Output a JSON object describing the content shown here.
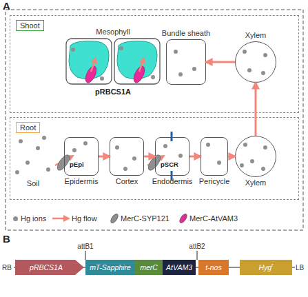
{
  "diagram": {
    "nodes": [
      {
        "text": [
          "Shoot"
        ]
      },
      {
        "text": [
          "Bundle sheath"
        ],
        "in": 0
      },
      {
        "text": [
          "Xylem"
        ],
        "in": 0
      },
      {
        "text": [
          "Root"
        ]
      },
      {
        "text": [
          "Epidermis"
        ],
        "in": 3
      },
      {
        "text": [
          "Cortex"
        ],
        "in": 3
      },
      {
        "text": [
          "Endodermis"
        ],
        "in": 3
      },
      {
        "text": [
          "Pericycle"
        ],
        "in": 3
      },
      {
        "text": [
          "Xylem"
        ],
        "in": 3
      },
      {
        "text": [
          "pRBCS1A"
        ]
      },
      {
        "text": [
          "mT-Sapphire"
        ]
      },
      {
        "text": [
          "merC"
        ]
      },
      {
        "text": [
          "AtVAM3"
        ]
      },
      {
        "text": [
          "t-nos"
        ]
      },
      {
        "text": [
          "Hyg",
          "r"
        ]
      }
    ],
    "edges": [
      {
        "from": 4,
        "to": 5,
        "arrow": "to"
      },
      {
        "from": 5,
        "to": 6,
        "arrow": "to"
      },
      {
        "from": 6,
        "to": 7,
        "arrow": "to"
      },
      {
        "from": 7,
        "to": 8,
        "arrow": "to"
      },
      {
        "from": 8,
        "to": 2,
        "arrow": "to"
      },
      {
        "from": 2,
        "to": 1,
        "arrow": "to"
      }
    ],
    "labels": [
      "A",
      "Mesophyll",
      "pRBCS1A",
      "Soil",
      "pEpi",
      "pSCR",
      "B",
      "RB",
      "attB1",
      "attB2",
      "LB"
    ],
    "legend": [
      {
        "text": "Hg ions",
        "color": "#8f8f8f"
      },
      {
        "text": "Hg flow"
      },
      {
        "text": "MerC-SYP121",
        "color": "#8f8f8f"
      },
      {
        "text": "MerC-AtVAM3",
        "color": "#e8299a"
      }
    ]
  }
}
